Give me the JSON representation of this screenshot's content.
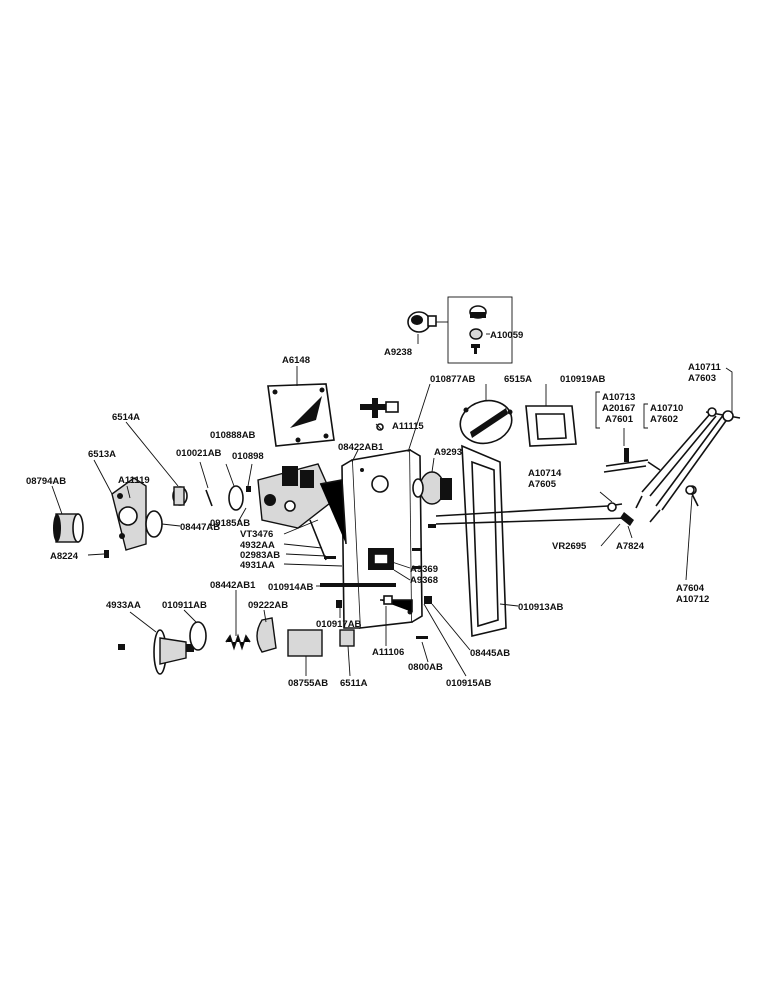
{
  "figure": {
    "labels": {
      "a9238": "A9238",
      "a10059": "A10059",
      "a6148": "A6148",
      "p010877ab": "010877AB",
      "p6515a": "6515A",
      "p010919ab": "010919AB",
      "a10711": "A10711",
      "a7603": "A7603",
      "a10713": "A10713",
      "a20167": "A20167",
      "a7601": "A7601",
      "a10710": "A10710",
      "a7602": "A7602",
      "p6514a": "6514A",
      "p010888ab": "010888AB",
      "p010021ab": "010021AB",
      "p010898": "010898",
      "p6513a": "6513A",
      "a11119": "A11119",
      "p08794ab": "08794AB",
      "a11115": "A11115",
      "p08422ab1": "08422AB1",
      "a9293": "A9293",
      "a10714": "A10714",
      "a7605": "A7605",
      "p08447ab": "08447AB",
      "a8224": "A8224",
      "p09185ab": "09185AB",
      "vt3476": "VT3476",
      "p4932aa": "4932AA",
      "p02983ab": "02983AB",
      "p4931aa": "4931AA",
      "vr2695": "VR2695",
      "a7824": "A7824",
      "a9369": "A9369",
      "a9368": "A9368",
      "a7604": "A7604",
      "a10712": "A10712",
      "p08442ab1": "08442AB1",
      "p010914ab": "010914AB",
      "p010913ab": "010913AB",
      "p4933aa": "4933AA",
      "p010911ab": "010911AB",
      "p09222ab": "09222AB",
      "p010917ab": "010917AB",
      "a11106": "A11106",
      "p08445ab": "08445AB",
      "p0800ab": "0800AB",
      "p08755ab": "08755AB",
      "p6511a": "6511A",
      "p010915ab": "010915AB"
    }
  }
}
